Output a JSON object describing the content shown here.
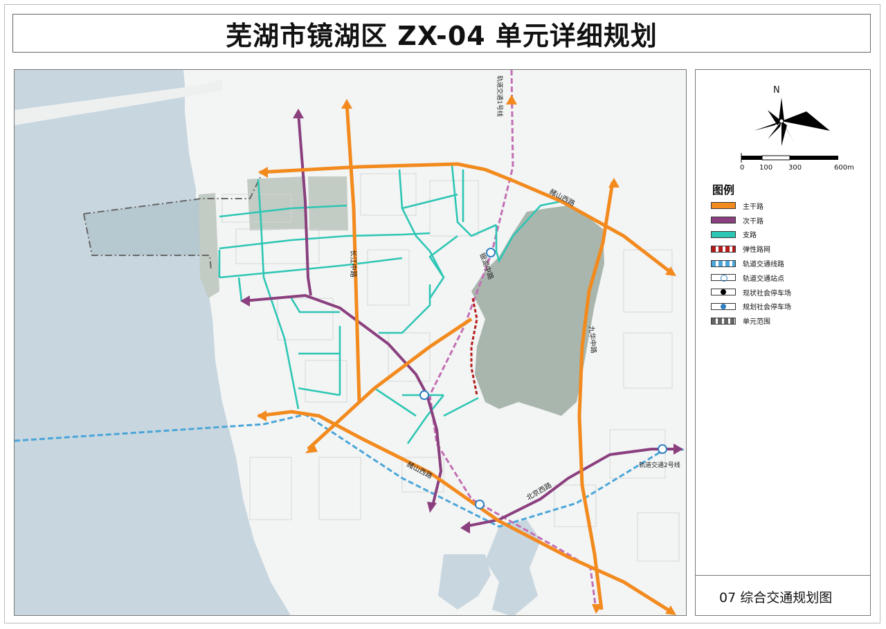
{
  "title": "芜湖市镜湖区 ZX-04 单元详细规划",
  "sheet_title": "07 综合交通规划图",
  "north_label": "N",
  "scale_bar": {
    "labels": [
      "0",
      "100",
      "300",
      "600m"
    ]
  },
  "legend": {
    "title": "图例",
    "items": [
      {
        "label": "主干路",
        "type": "arterial",
        "color": "#f28a1e"
      },
      {
        "label": "次干路",
        "type": "secondary",
        "color": "#8a3f7e"
      },
      {
        "label": "支路",
        "type": "branch",
        "color": "#2dc6b4"
      },
      {
        "label": "弹性路网",
        "type": "flexible",
        "color": "#b51c1c"
      },
      {
        "label": "轨道交通线路",
        "type": "rail",
        "color": "#4aa6d8"
      },
      {
        "label": "轨道交通站点",
        "type": "station",
        "color": "#2f7fc0"
      },
      {
        "label": "现状社会停车场",
        "type": "parking-existing",
        "color": "#000000"
      },
      {
        "label": "规划社会停车场",
        "type": "parking-planned",
        "color": "#2f7fc0"
      },
      {
        "label": "单元范围",
        "type": "boundary",
        "color": "#666666"
      }
    ]
  },
  "map": {
    "road_labels": [
      {
        "text": "赭山西路"
      },
      {
        "text": "长江中路"
      },
      {
        "text": "银湖中路"
      },
      {
        "text": "九华中路"
      },
      {
        "text": "北京西路"
      },
      {
        "text": "赭山西路"
      }
    ],
    "rail_labels": [
      "轨道交通1号线",
      "轨道交通2号线"
    ]
  }
}
